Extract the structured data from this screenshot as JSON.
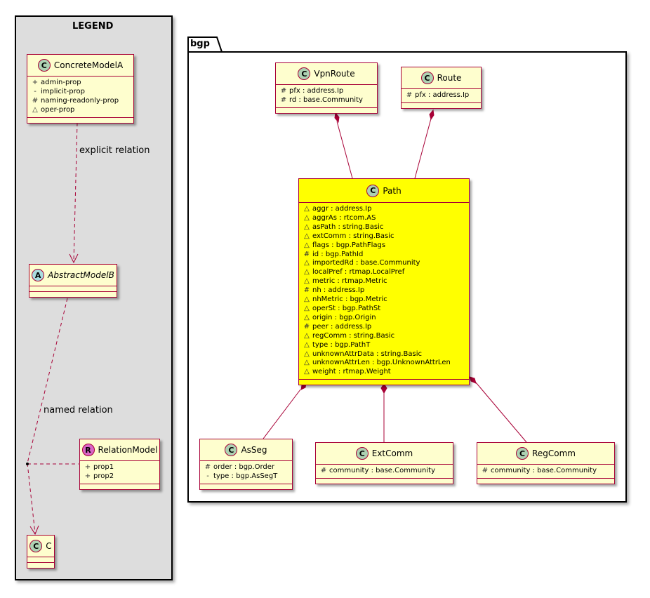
{
  "legend": {
    "title": "LEGEND",
    "concrete": {
      "name": "ConcreteModelA",
      "badge": "C",
      "attrs": [
        {
          "vis": "+",
          "text": "admin-prop"
        },
        {
          "vis": "-",
          "text": "implicit-prop"
        },
        {
          "vis": "#",
          "text": "naming-readonly-prop"
        },
        {
          "vis": "△",
          "text": "oper-prop"
        }
      ]
    },
    "abstract": {
      "name": "AbstractModelB",
      "badge": "A"
    },
    "relation": {
      "name": "RelationModel",
      "badge": "R",
      "attrs": [
        {
          "vis": "+",
          "text": "prop1"
        },
        {
          "vis": "+",
          "text": "prop2"
        }
      ]
    },
    "c": {
      "name": "C",
      "badge": "C"
    },
    "explicit_label": "explicit relation",
    "named_label": "named relation"
  },
  "bgp": {
    "title": "bgp",
    "vpnroute": {
      "name": "VpnRoute",
      "badge": "C",
      "attrs": [
        {
          "vis": "#",
          "text": "pfx : address.Ip"
        },
        {
          "vis": "#",
          "text": "rd : base.Community"
        }
      ]
    },
    "route": {
      "name": "Route",
      "badge": "C",
      "attrs": [
        {
          "vis": "#",
          "text": "pfx : address.Ip"
        }
      ]
    },
    "path": {
      "name": "Path",
      "badge": "C",
      "attrs": [
        {
          "vis": "△",
          "text": "aggr : address.Ip"
        },
        {
          "vis": "△",
          "text": "aggrAs : rtcom.AS"
        },
        {
          "vis": "△",
          "text": "asPath : string.Basic"
        },
        {
          "vis": "△",
          "text": "extComm : string.Basic"
        },
        {
          "vis": "△",
          "text": "flags : bgp.PathFlags"
        },
        {
          "vis": "#",
          "text": "id : bgp.PathId"
        },
        {
          "vis": "△",
          "text": "importedRd : base.Community"
        },
        {
          "vis": "△",
          "text": "localPref : rtmap.LocalPref"
        },
        {
          "vis": "△",
          "text": "metric : rtmap.Metric"
        },
        {
          "vis": "#",
          "text": "nh : address.Ip"
        },
        {
          "vis": "△",
          "text": "nhMetric : bgp.Metric"
        },
        {
          "vis": "△",
          "text": "operSt : bgp.PathSt"
        },
        {
          "vis": "△",
          "text": "origin : bgp.Origin"
        },
        {
          "vis": "#",
          "text": "peer : address.Ip"
        },
        {
          "vis": "△",
          "text": "regComm : string.Basic"
        },
        {
          "vis": "△",
          "text": "type : bgp.PathT"
        },
        {
          "vis": "△",
          "text": "unknownAttrData : string.Basic"
        },
        {
          "vis": "△",
          "text": "unknownAttrLen : bgp.UnknownAttrLen"
        },
        {
          "vis": "△",
          "text": "weight : rtmap.Weight"
        }
      ]
    },
    "asseg": {
      "name": "AsSeg",
      "badge": "C",
      "attrs": [
        {
          "vis": "#",
          "text": "order : bgp.Order"
        },
        {
          "vis": "-",
          "text": "type : bgp.AsSegT"
        }
      ]
    },
    "extcomm": {
      "name": "ExtComm",
      "badge": "C",
      "attrs": [
        {
          "vis": "#",
          "text": "community : base.Community"
        }
      ]
    },
    "regcomm": {
      "name": "RegComm",
      "badge": "C",
      "attrs": [
        {
          "vis": "#",
          "text": "community : base.Community"
        }
      ]
    }
  },
  "colors": {
    "border": "#a80036",
    "class_fill": "#fefece",
    "highlight_fill": "#ffff00",
    "legend_fill": "#dddddd"
  }
}
